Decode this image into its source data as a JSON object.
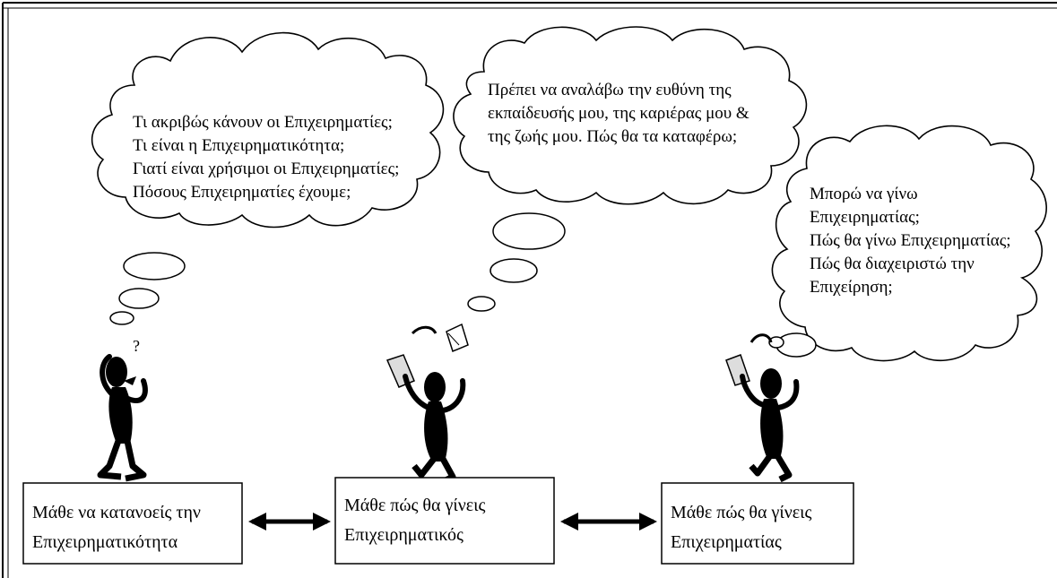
{
  "clouds": [
    {
      "lines": [
        "Τι ακριβώς κάνουν οι Επιχειρηματίες;",
        "Τι είναι η Επιχειρηματικότητα;",
        "Γιατί είναι χρήσιμοι οι Επιχειρηματίες;",
        "Πόσους Επιχειρηματίες έχουμε;"
      ]
    },
    {
      "lines": [
        "Πρέπει να αναλάβω την ευθύνη της",
        "εκπαίδευσής μου, της καριέρας μου &",
        "της ζωής μου. Πώς θα τα καταφέρω;"
      ]
    },
    {
      "lines": [
        "Μπορώ να γίνω",
        "Επιχειρηματίας;",
        "Πώς θα γίνω Επιχειρηματίας;",
        "Πώς θα διαχειριστώ την",
        "Επιχείρηση;"
      ]
    }
  ],
  "figures": [
    {
      "icon": "confused-figure-icon",
      "mark": "?"
    },
    {
      "icon": "juggling-figure-icon"
    },
    {
      "icon": "thinking-figure-icon"
    }
  ],
  "boxes": [
    {
      "lines": [
        "Μάθε να κατανοείς την",
        "Επιχειρηματικότητα"
      ]
    },
    {
      "lines": [
        "Μάθε πώς θα γίνεις",
        "Επιχειρηματικός"
      ]
    },
    {
      "lines": [
        "Μάθε πώς θα γίνεις",
        "Επιχειρηματίας"
      ]
    }
  ],
  "connectors": [
    {
      "icon": "double-arrow-icon",
      "from": "box-1",
      "to": "box-2"
    },
    {
      "icon": "double-arrow-icon",
      "from": "box-2",
      "to": "box-3"
    }
  ]
}
